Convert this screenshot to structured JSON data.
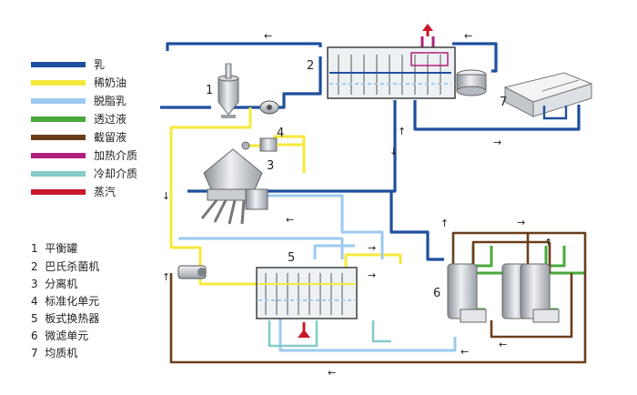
{
  "legend": [
    {
      "label": "乳",
      "color": "#1f4f9e"
    },
    {
      "label": "稀奶油",
      "color": "#f5e93a"
    },
    {
      "label": "脱脂乳",
      "color": "#9ccaf0"
    },
    {
      "label": "透过液",
      "color": "#49a83a"
    },
    {
      "label": "截留液",
      "color": "#6b3e1b"
    },
    {
      "label": "加热介质",
      "color": "#b0217e"
    },
    {
      "label": "冷却介质",
      "color": "#86cbc8"
    },
    {
      "label": "蒸汽",
      "color": "#c8182a"
    }
  ],
  "components": [
    {
      "num": "1",
      "name": "平衡罐"
    },
    {
      "num": "2",
      "name": "巴氏杀菌机"
    },
    {
      "num": "3",
      "name": "分离机"
    },
    {
      "num": "4",
      "name": "标准化单元"
    },
    {
      "num": "5",
      "name": "板式换热器"
    },
    {
      "num": "6",
      "name": "微滤单元"
    },
    {
      "num": "7",
      "name": "均质机"
    }
  ],
  "diagram_numbers": [
    "1",
    "2",
    "3",
    "4",
    "5",
    "6",
    "7"
  ]
}
